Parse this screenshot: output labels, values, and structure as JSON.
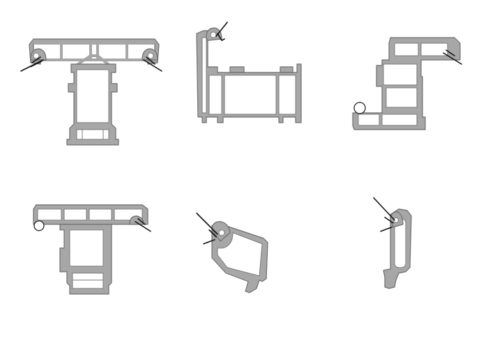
{
  "diagram": {
    "type": "window-profile-cross-sections",
    "profiles": [
      {
        "id": "t-mullion-double-glazing-seals"
      },
      {
        "id": "sash-frame-with-top-seal"
      },
      {
        "id": "z-frame-with-bead"
      },
      {
        "id": "t-mullion-with-bead-and-seal"
      },
      {
        "id": "glazing-bead-sloped"
      },
      {
        "id": "glazing-bead-narrow"
      }
    ]
  },
  "colors": {
    "background": "#ffffff",
    "profile_fill": "#a7a7a7",
    "profile_edge": "#6e6e6e",
    "gasket": "#111111"
  }
}
